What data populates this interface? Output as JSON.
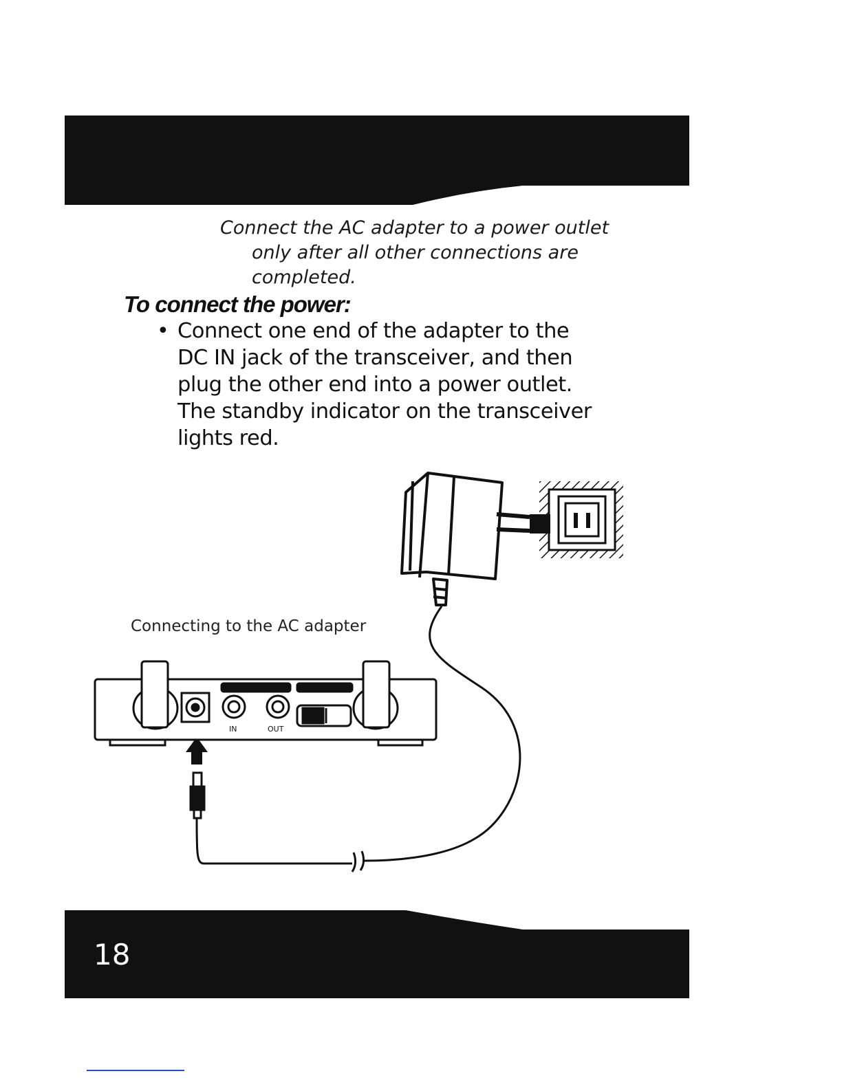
{
  "note": {
    "line1": "Connect the AC adapter to a power outlet",
    "line2": "only after all other connections are",
    "line3": "completed."
  },
  "heading": "To connect the power:",
  "bullet_symbol": "•",
  "bullet_lines": [
    "Connect one end of the adapter to the",
    "DC IN jack of the transceiver, and then",
    "plug the other end into a power outlet.",
    "The standby indicator on the transceiver",
    "lights red."
  ],
  "figure": {
    "caption": "Connecting to the AC adapter",
    "jack_in_label": "IN",
    "jack_out_label": "OUT"
  },
  "page_number": "18"
}
